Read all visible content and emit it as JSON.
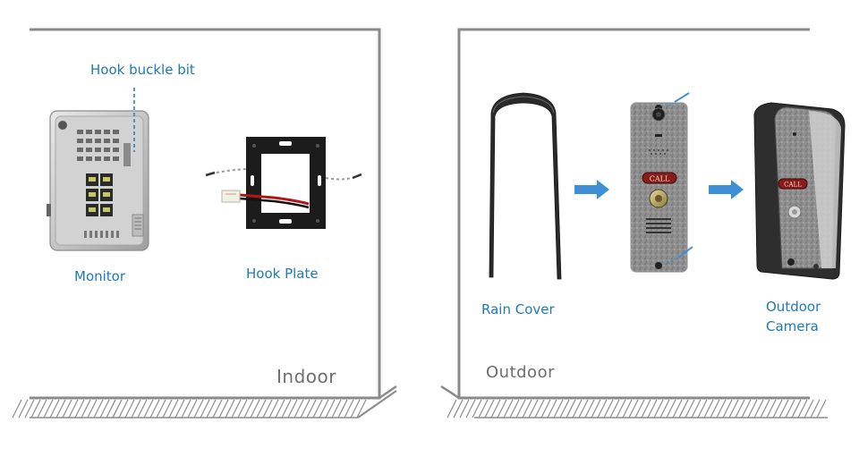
{
  "indoor": {
    "section_label": "Indoor",
    "hook_buckle_label": "Hook buckle bit",
    "monitor_label": "Monitor",
    "hook_plate_label": "Hook Plate"
  },
  "outdoor": {
    "section_label": "Outdoor",
    "rain_cover_label": "Rain Cover",
    "camera_label_line1": "Outdoor",
    "camera_label_line2": "Camera",
    "call_text": "CALL"
  },
  "colors": {
    "wall": "#8a8a8a",
    "label_blue": "#1e7ab8",
    "arrow_blue": "#3d8fd6",
    "panel_gray": "#8b8b8b",
    "call_red": "#8b1a1a"
  }
}
